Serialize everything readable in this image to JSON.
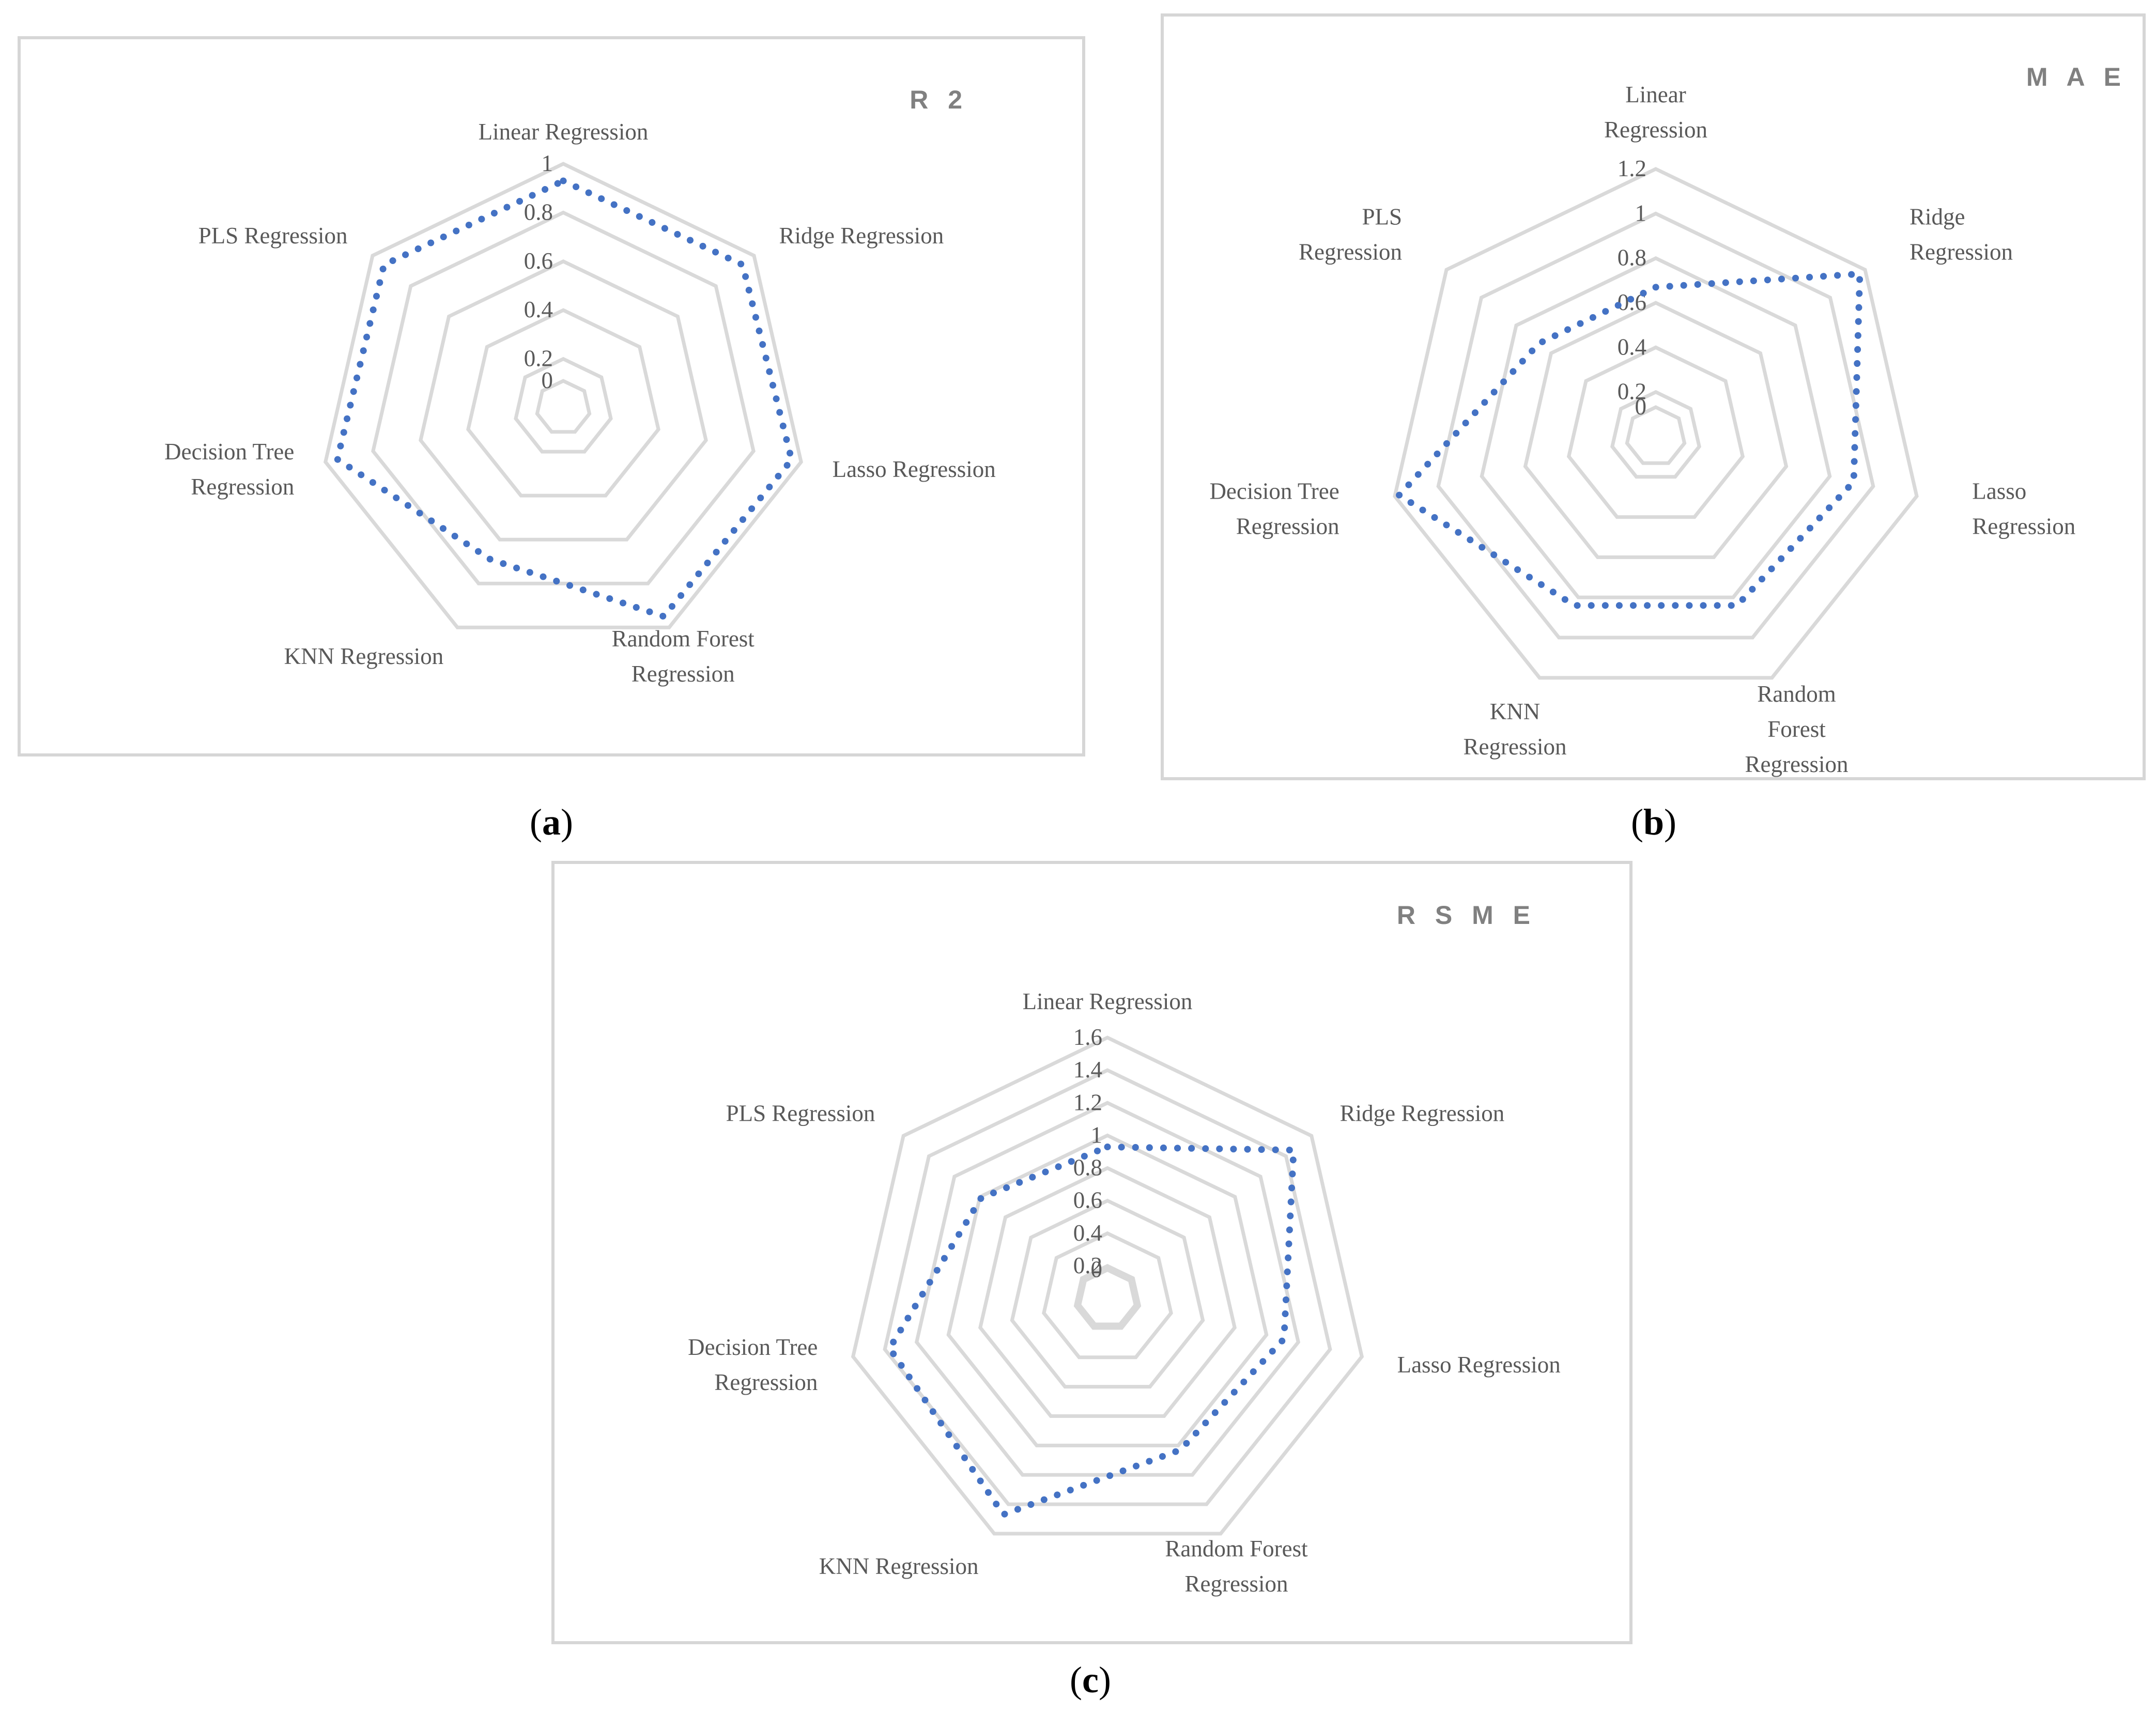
{
  "captions": [
    {
      "letter": "a"
    },
    {
      "letter": "b"
    },
    {
      "letter": "c"
    }
  ],
  "chart_data": [
    {
      "type": "radar",
      "title": "R 2",
      "categories": [
        "Linear Regression",
        "Ridge Regression",
        "Lasso Regression",
        "Random Forest Regression",
        "KNN Regression",
        "Decision Tree Regression",
        "PLS  Regression"
      ],
      "category_labels": [
        [
          "Linear Regression"
        ],
        [
          "Ridge Regression"
        ],
        [
          "Lasso Regression"
        ],
        [
          "Random Forest",
          "Regression"
        ],
        [
          "KNN Regression"
        ],
        [
          "Decision Tree",
          "Regression"
        ],
        [
          "PLS  Regression"
        ]
      ],
      "ticks": [
        "0",
        "0.2",
        "0.4",
        "0.6",
        "0.8",
        "1"
      ],
      "range": [
        0,
        1
      ],
      "series": [
        {
          "values": [
            0.93,
            0.94,
            0.96,
            0.95,
            0.69,
            0.95,
            0.94
          ]
        }
      ],
      "colors": {
        "series": "#4472c4",
        "grid": "#d9d9d9",
        "text": "#595959"
      },
      "grid": true,
      "legend": "none"
    },
    {
      "type": "radar",
      "title": "M A E",
      "categories": [
        "Linear Regression",
        "Ridge Regression",
        "Lasso Regression",
        "Random Forest Regression",
        "KNN Regression",
        "Decision Tree Regression",
        "PLS Regression"
      ],
      "category_labels": [
        [
          "Linear",
          "Regression"
        ],
        [
          "Ridge",
          "Regression"
        ],
        [
          "Lasso",
          "Regression"
        ],
        [
          "Random",
          "Forest",
          "Regression"
        ],
        [
          "KNN",
          "Regression"
        ],
        [
          "Decision Tree",
          "Regression"
        ],
        [
          "PLS",
          "Regression"
        ]
      ],
      "ticks": [
        "0",
        "0.2",
        "0.4",
        "0.6",
        "0.8",
        "1",
        "1.2"
      ],
      "range": [
        0,
        1.2
      ],
      "series": [
        {
          "values": [
            0.67,
            1.17,
            0.91,
            0.84,
            0.84,
            1.18,
            0.67
          ]
        }
      ],
      "colors": {
        "series": "#4472c4",
        "grid": "#d9d9d9",
        "text": "#595959"
      },
      "grid": true,
      "legend": "none"
    },
    {
      "type": "radar",
      "title": "R S M E",
      "categories": [
        "Linear Regression",
        "Ridge Regression",
        "Lasso Regression",
        "Random Forest Regression",
        "KNN Regression",
        "Decision Tree Regression",
        "PLS  Regression"
      ],
      "category_labels": [
        [
          "Linear Regression"
        ],
        [
          "Ridge Regression"
        ],
        [
          "Lasso Regression"
        ],
        [
          "Random Forest",
          "Regression"
        ],
        [
          "KNN Regression"
        ],
        [
          "Decision Tree",
          "Regression"
        ],
        [
          "PLS  Regression"
        ]
      ],
      "ticks": [
        "0",
        "0.2",
        "0.4",
        "0.6",
        "0.8",
        "1",
        "1.2",
        "1.4",
        "1.6"
      ],
      "range": [
        0,
        1.6
      ],
      "series": [
        {
          "values": [
            0.93,
            1.46,
            1.11,
            1.03,
            1.47,
            1.37,
            0.99
          ]
        }
      ],
      "colors": {
        "series": "#4472c4",
        "grid": "#d9d9d9",
        "text": "#595959"
      },
      "grid": true,
      "legend": "none"
    }
  ]
}
